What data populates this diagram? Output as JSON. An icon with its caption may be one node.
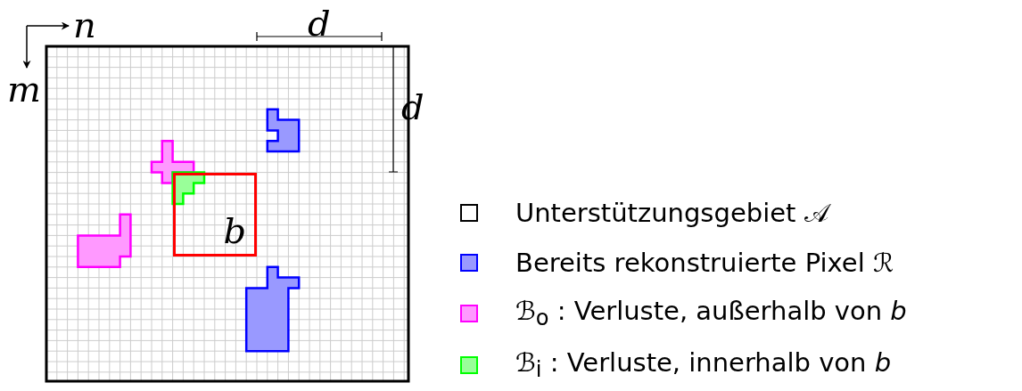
{
  "diagram": {
    "nodes": [
      {
        "text": [
          "b"
        ]
      }
    ],
    "edges": [],
    "labels": [
      "n",
      "m",
      "d",
      "d"
    ],
    "legend": [
      {
        "text": "Unterstützungsgebiet 𝒜",
        "color": "#ffffff"
      },
      {
        "text": "Bereits rekonstruierte Pixel ℛ",
        "color": "#9999ff"
      },
      {
        "text": "ℬ$_{o}$ : Verluste, außerhalb von *b*",
        "color": "#ff99ff"
      },
      {
        "text": "ℬ$_{i}$ : Verluste, innerhalb von *b*",
        "color": "#99ff99"
      }
    ]
  }
}
